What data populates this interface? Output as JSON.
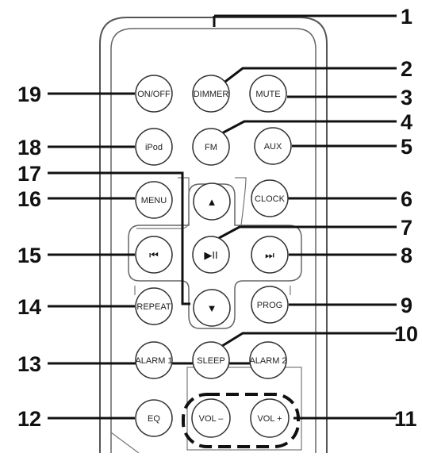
{
  "diagram": {
    "buttons": [
      {
        "id": "on-off",
        "label": "ON/OFF"
      },
      {
        "id": "dimmer",
        "label": "DIMMER"
      },
      {
        "id": "mute",
        "label": "MUTE"
      },
      {
        "id": "ipod",
        "label": "iPod"
      },
      {
        "id": "fm",
        "label": "FM"
      },
      {
        "id": "aux",
        "label": "AUX"
      },
      {
        "id": "menu",
        "label": "MENU"
      },
      {
        "id": "up",
        "label": "▲"
      },
      {
        "id": "clock",
        "label": "CLOCK"
      },
      {
        "id": "prev",
        "label": "⏮"
      },
      {
        "id": "play-pause",
        "label": "▶II"
      },
      {
        "id": "next",
        "label": "⏭"
      },
      {
        "id": "repeat",
        "label": "REPEAT"
      },
      {
        "id": "down",
        "label": "▼"
      },
      {
        "id": "prog",
        "label": "PROG"
      },
      {
        "id": "alarm1",
        "label": "ALARM 1"
      },
      {
        "id": "sleep",
        "label": "SLEEP"
      },
      {
        "id": "alarm2",
        "label": "ALARM 2"
      },
      {
        "id": "eq",
        "label": "EQ"
      },
      {
        "id": "vol-minus",
        "label": "VOL –"
      },
      {
        "id": "vol-plus",
        "label": "VOL +"
      }
    ],
    "callouts": [
      "1",
      "2",
      "3",
      "4",
      "5",
      "6",
      "7",
      "8",
      "9",
      "10",
      "11",
      "12",
      "13",
      "14",
      "15",
      "16",
      "17",
      "18",
      "19"
    ]
  }
}
